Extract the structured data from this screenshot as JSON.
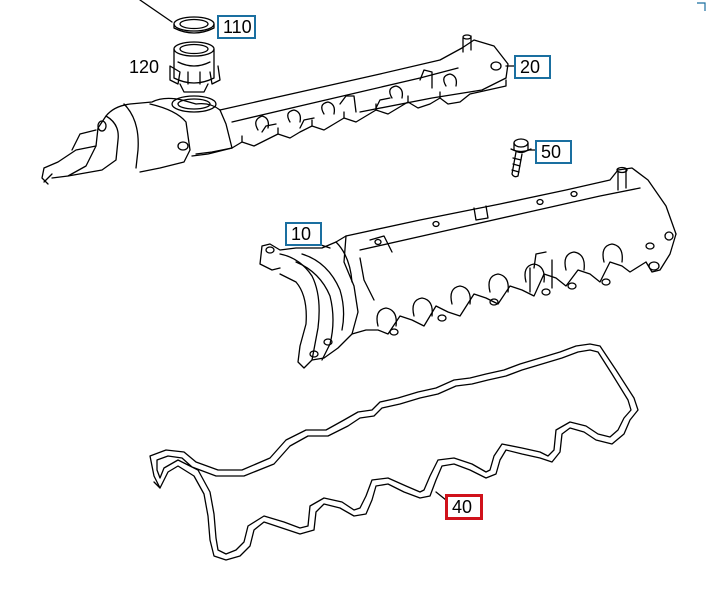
{
  "callouts": {
    "c110": {
      "text": "110",
      "color": "#1a6fa0"
    },
    "c120": {
      "text": "120"
    },
    "c20": {
      "text": "20",
      "color": "#1a6fa0"
    },
    "c50": {
      "text": "50",
      "color": "#1a6fa0"
    },
    "c10": {
      "text": "10",
      "color": "#1a6fa0"
    },
    "c40": {
      "text": "40",
      "color": "#d0121b"
    }
  },
  "parts": [
    "cylinder-head-cover-upper",
    "cover-cap-110",
    "cover-cap-120",
    "bolt-50",
    "cylinder-head-cover-lower",
    "gasket-40"
  ]
}
